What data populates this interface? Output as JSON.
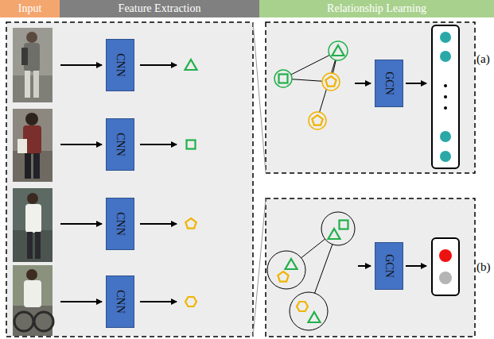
{
  "diagram": {
    "nodes": [
      {
        "text": [
          "Input"
        ]
      },
      {
        "text": [
          "Feature Extraction"
        ]
      },
      {
        "text": [
          "Relationship Learning"
        ]
      },
      {
        "text": [
          "CNN"
        ]
      },
      {
        "text": [
          "CNN"
        ]
      },
      {
        "text": [
          "CNN"
        ]
      },
      {
        "text": [
          "CNN"
        ]
      },
      {
        "text": [
          "GCN"
        ]
      },
      {
        "text": [
          "GCN"
        ]
      }
    ],
    "labels": [
      "(a)",
      "(b)"
    ]
  }
}
